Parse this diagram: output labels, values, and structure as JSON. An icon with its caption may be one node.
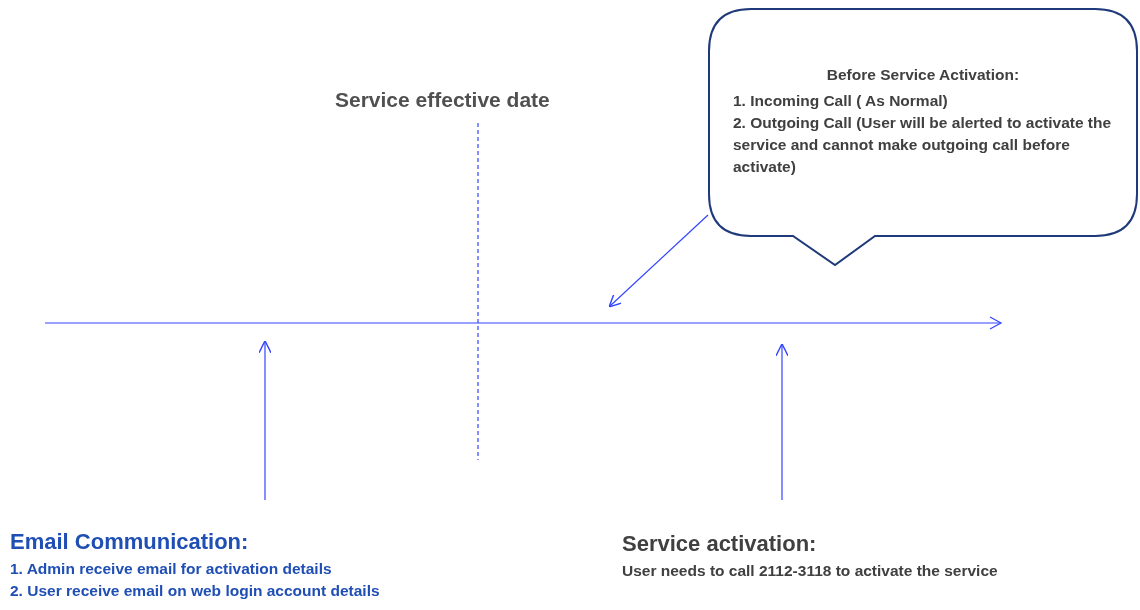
{
  "diagram": {
    "nodes": [
      {
        "text": [
          "Before Service Activation:",
          "1. Incoming Call ( As Normal)",
          "2. Outgoing Call (**User will be alerted to activate the service and cannot make outgoing call before activate**)"
        ]
      },
      {
        "text": [
          "Email Communication:",
          "1.  Admin receive email for activation details",
          "2.  User receive email on web login **account details**"
        ]
      },
      {
        "text": [
          "Service activation:",
          "User needs to **call 2112-3118** to activate the service"
        ]
      },
      {
        "text": [],
        "shape": "line"
      }
    ],
    "edges": [
      {
        "from": 0,
        "to": 3,
        "arrow": "to"
      },
      {
        "from": 1,
        "to": 3,
        "arrow": "to"
      },
      {
        "from": 2,
        "to": 3,
        "arrow": "to"
      }
    ],
    "labels": [
      "Service effective date"
    ]
  }
}
